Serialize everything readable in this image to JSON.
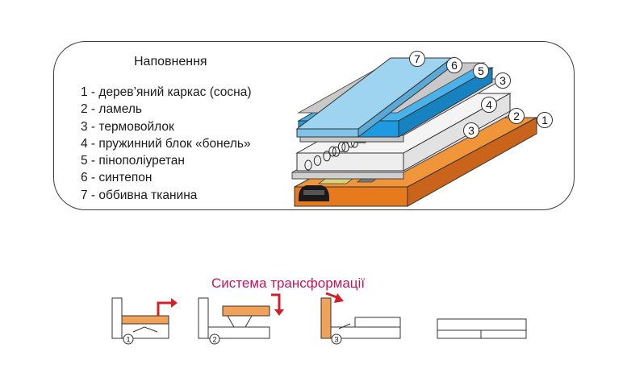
{
  "legend": {
    "title": "Наповнення",
    "items": [
      "1 - дерев’яний каркас (сосна)",
      "2 - ламель",
      "3 - термовойлок",
      "4 - пружинний блок «бонель»",
      "5 - пінополіуретан",
      "6 - синтепон",
      "7 - оббивна тканина"
    ]
  },
  "layer_callouts": [
    "7",
    "6",
    "5",
    "3",
    "4",
    "2",
    "1",
    "3"
  ],
  "stage_numbers": [
    "1",
    "2",
    "3"
  ],
  "transformation": {
    "title": "Система трансформації"
  },
  "colors": {
    "frame": "#e87a1e",
    "lamel": "#d9d27a",
    "felt": "#d7d7d7",
    "spring": "#2a2a2a",
    "foam": "#1e9be0",
    "upholstery": "#9fd4f0",
    "accent_red": "#d0212a",
    "title_magenta": "#c2185b"
  }
}
